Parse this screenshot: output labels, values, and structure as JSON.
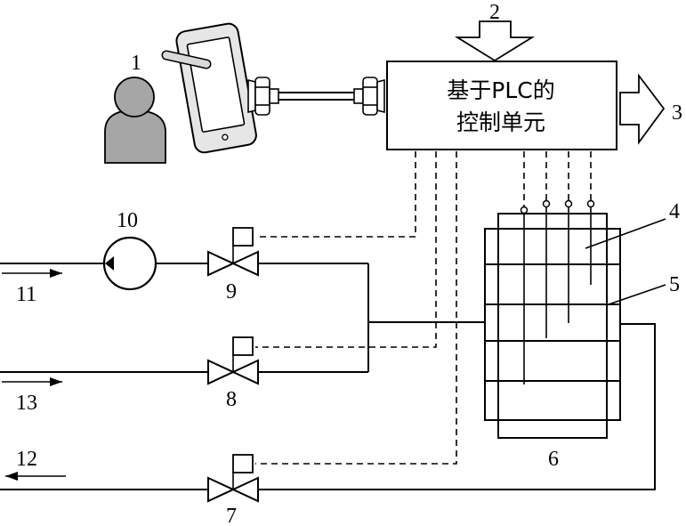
{
  "control_unit": {
    "line1": "基于PLC的",
    "line2": "控制单元"
  },
  "labels": {
    "n1": "1",
    "n2": "2",
    "n3": "3",
    "n4": "4",
    "n5": "5",
    "n6": "6",
    "n7": "7",
    "n8": "8",
    "n9": "9",
    "n10": "10",
    "n11": "11",
    "n12": "12",
    "n13": "13"
  },
  "icons": {
    "operator": "person-icon",
    "tablet": "tablet-icon",
    "cable": "cable-connector-icon",
    "pump": "pump-icon",
    "valve": "solenoid-valve-icon"
  },
  "colors": {
    "line": "#000000",
    "person_fill": "#a6a6a6",
    "tablet_fill": "#e6e6e6"
  }
}
